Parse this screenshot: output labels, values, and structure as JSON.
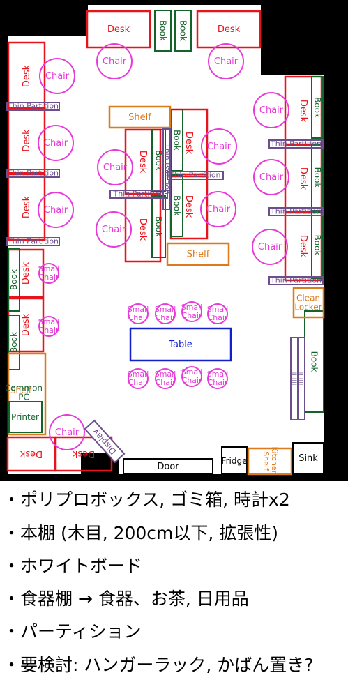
{
  "colors": {
    "desk": "#e8141c",
    "book": "#13632b",
    "chair": "#e83ad9",
    "shelf": "#dd7a1b",
    "partition": "#6b4f8c",
    "table": "#1220cc",
    "wall": "#000000"
  },
  "labels": {
    "desk": "Desk",
    "book": "Book",
    "chair": "Chair",
    "small_chair": "Small Chair",
    "shelf": "Shelf",
    "thin_partition": "Thin Partition",
    "table": "Table",
    "clean_locker": "Clean Locker",
    "common_pc": "Common PC",
    "printer": "Printer",
    "display": "Display",
    "door": "Door",
    "fridge": "Fridge",
    "kitchen_shelf": "Kitchen Shelf",
    "sink": "Sink",
    "chair_stack": "|||||||"
  },
  "notes": [
    "・ポリプロボックス, ゴミ箱, 時計x2",
    "・本棚 (木目, 200cm以下, 拡張性)",
    "・ホワイトボード",
    "・食器棚 → 食器、お茶, 日用品",
    "・パーティション",
    "・要検討: ハンガーラック, かばん置き?"
  ]
}
